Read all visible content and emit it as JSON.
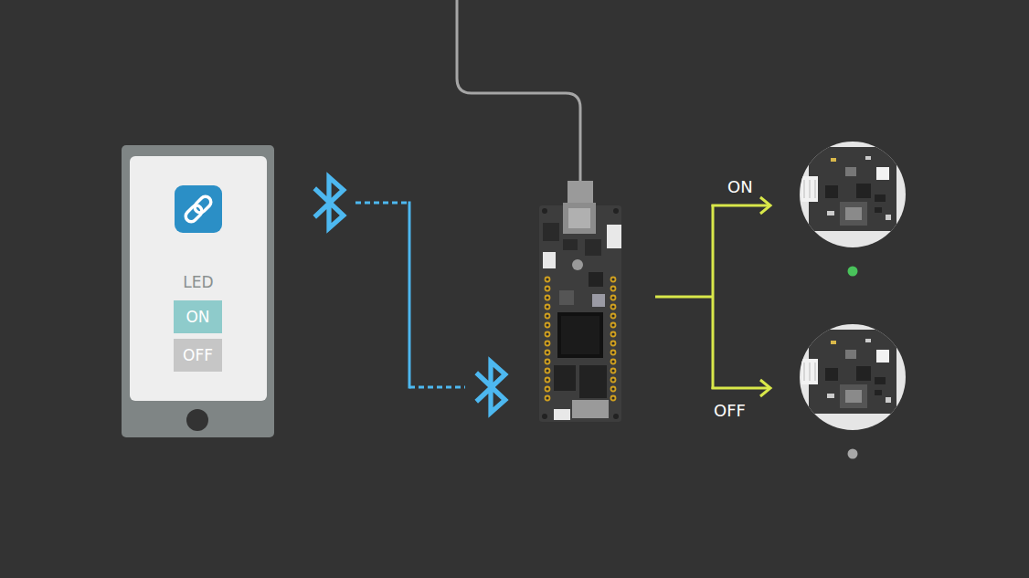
{
  "diagram": {
    "nodes": [
      {
        "text": [
          "LED"
        ]
      },
      {
        "text": [
          "ON"
        ],
        "in": 0
      },
      {
        "text": [
          "OFF"
        ],
        "in": 0
      }
    ],
    "labels": [
      "ON",
      "OFF"
    ]
  }
}
